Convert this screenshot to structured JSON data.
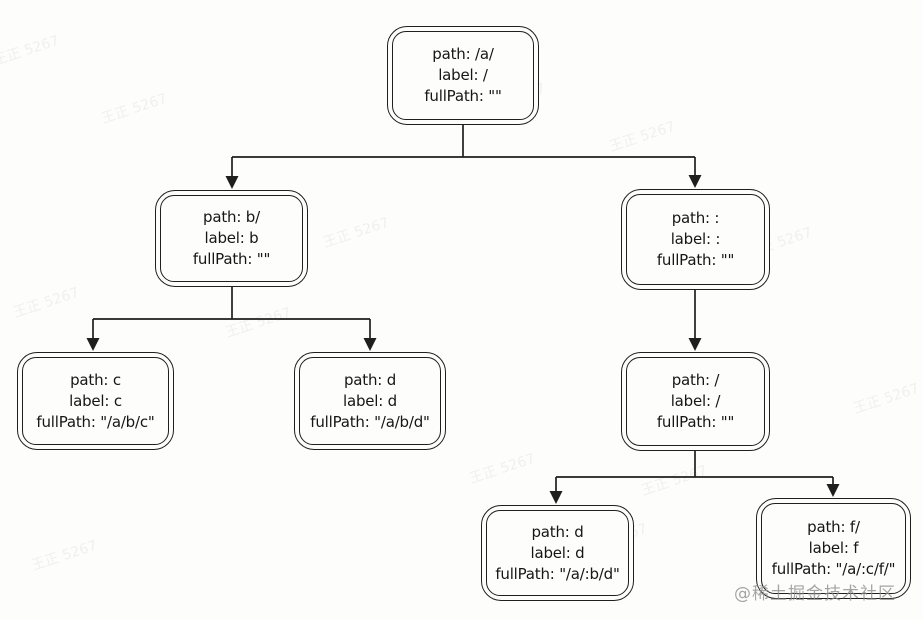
{
  "diagram": {
    "nodes": [
      {
        "id": "root",
        "lines": [
          "path: /a/",
          "label: /",
          "fullPath: \"\""
        ]
      },
      {
        "id": "b",
        "lines": [
          "path: b/",
          "label: b",
          "fullPath: \"\""
        ]
      },
      {
        "id": "colon",
        "lines": [
          "path: :",
          "label: :",
          "fullPath: \"\""
        ]
      },
      {
        "id": "c",
        "lines": [
          "path: c",
          "label: c",
          "fullPath: \"/a/b/c\""
        ]
      },
      {
        "id": "d-left",
        "lines": [
          "path: d",
          "label: d",
          "fullPath: \"/a/b/d\""
        ]
      },
      {
        "id": "slash",
        "lines": [
          "path: /",
          "label: /",
          "fullPath: \"\""
        ]
      },
      {
        "id": "d-right",
        "lines": [
          "path: d",
          "label: d",
          "fullPath: \"/a/:b/d\""
        ]
      },
      {
        "id": "f",
        "lines": [
          "path: f/",
          "label: f",
          "fullPath: \"/a/:c/f/\""
        ]
      }
    ],
    "colors": {
      "line": "#1f1f1f",
      "background": "#fdfdfc",
      "text": "#161616"
    }
  },
  "watermark": {
    "repeat_text": "王正 5267",
    "credit": "@稀土掘金技术社区"
  }
}
